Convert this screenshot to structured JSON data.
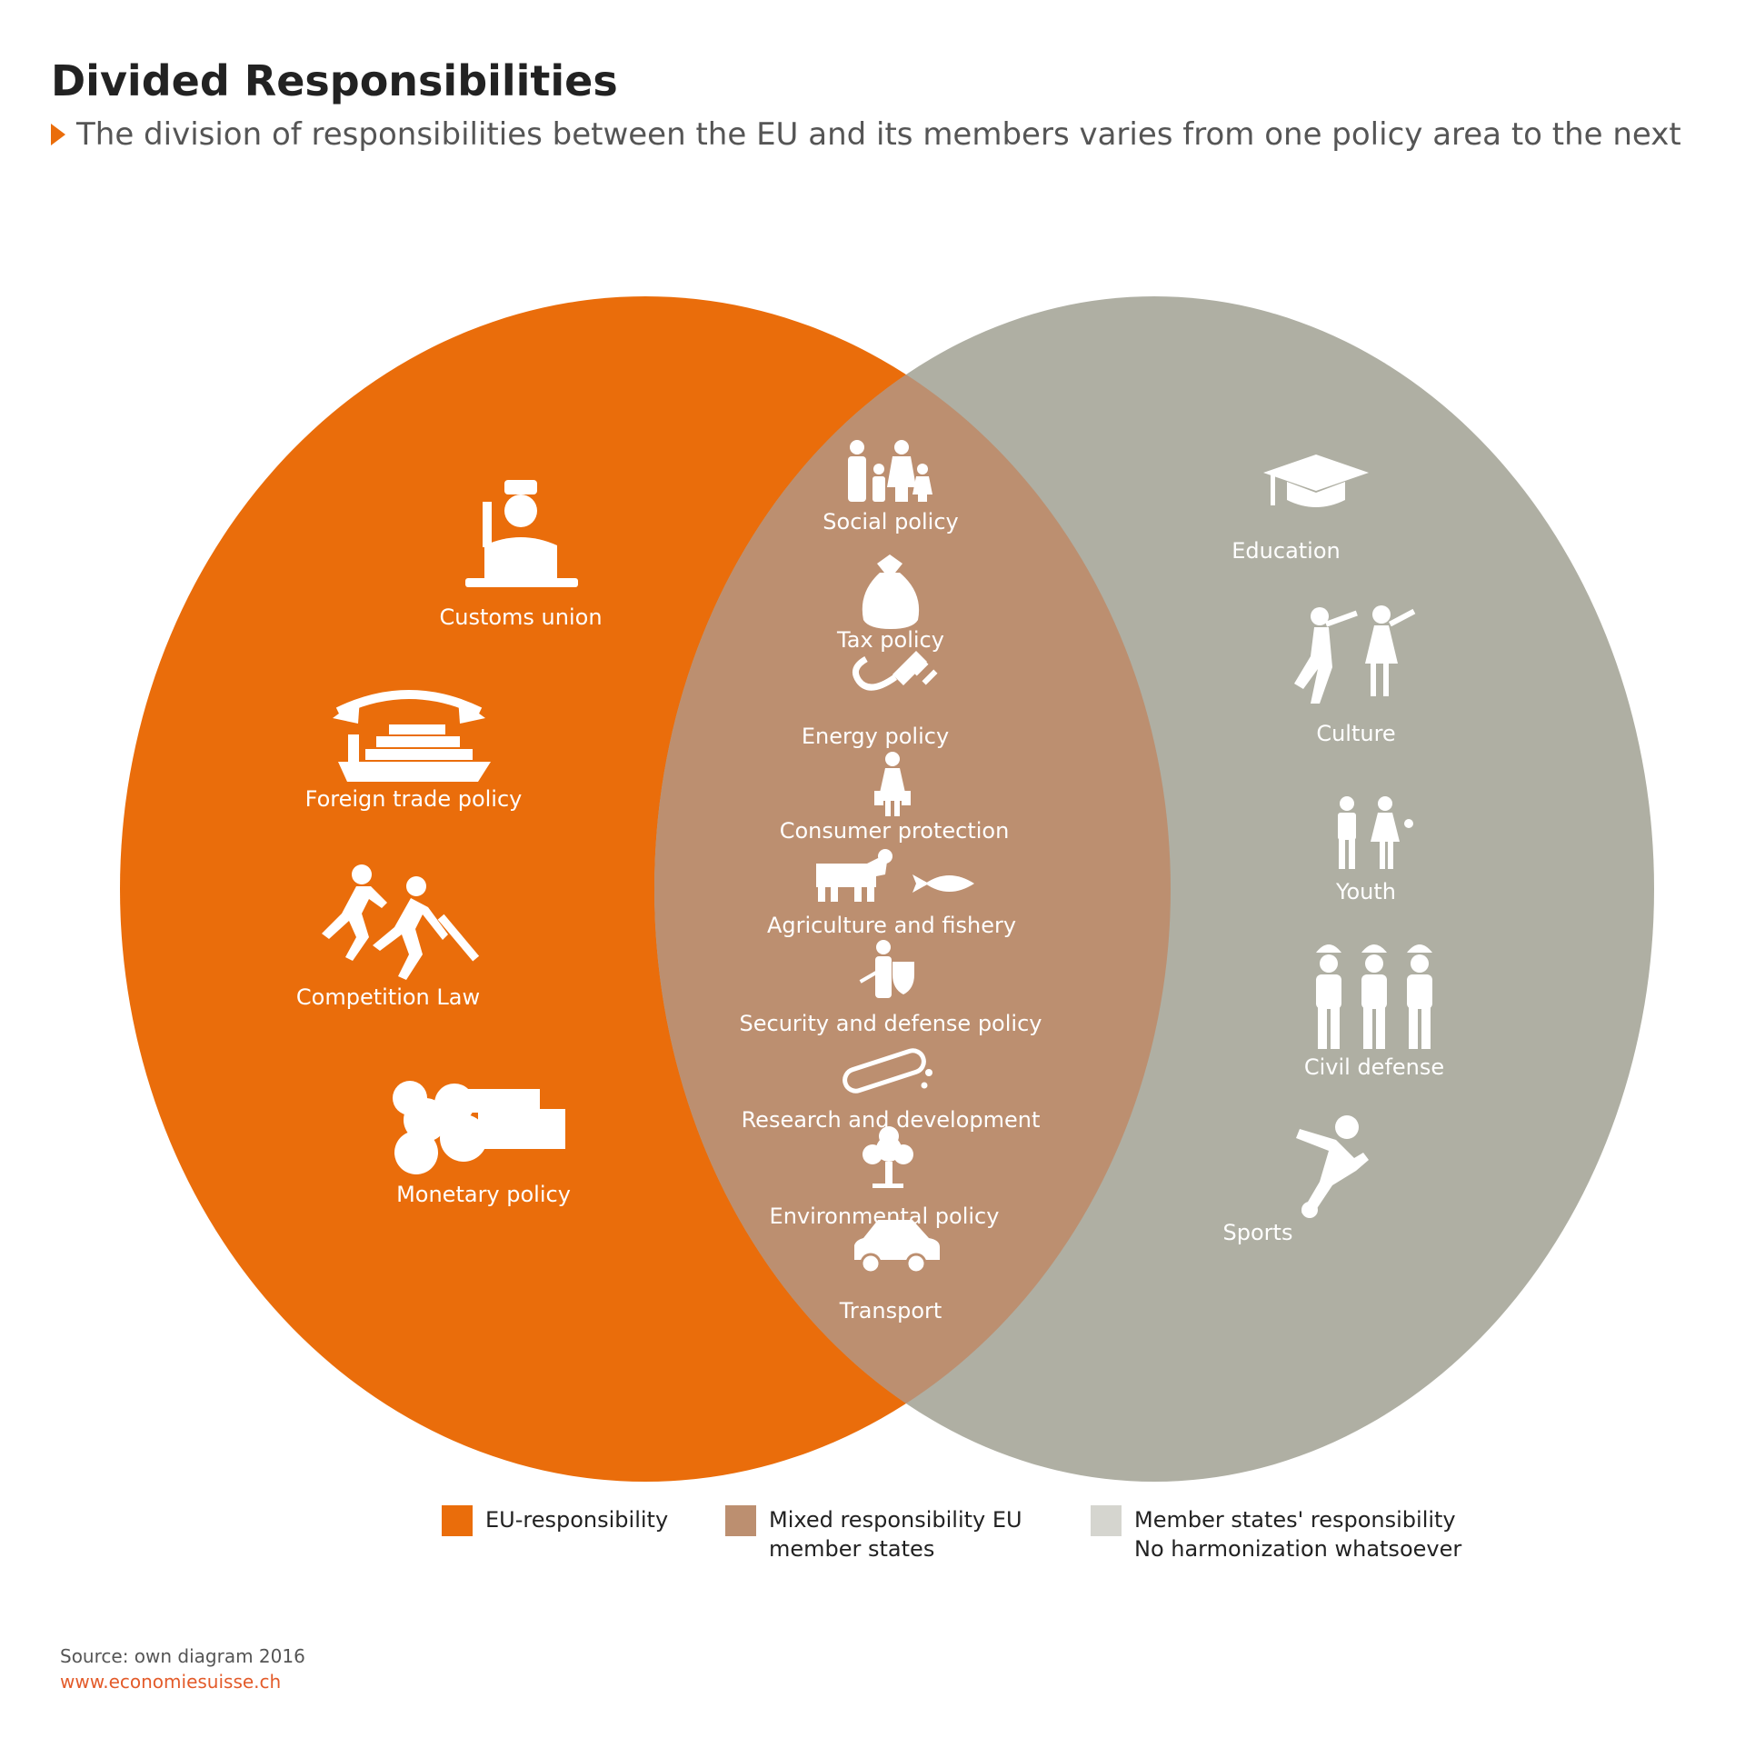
{
  "title": "Divided Responsibilities",
  "subtitle": "The division of responsibilities between the EU and its members varies from one policy area to the next",
  "colors": {
    "eu": "#ea6d0b",
    "mixed": "#bc8f70",
    "member": "#afafa3",
    "legend_member": "#d5d5cf"
  },
  "eu_items": [
    {
      "label": "Customs union",
      "icon": "customs-officer-icon"
    },
    {
      "label": "Foreign trade policy",
      "icon": "cargo-ship-icon"
    },
    {
      "label": "Competition Law",
      "icon": "runners-icon"
    },
    {
      "label": "Monetary policy",
      "icon": "coins-and-notes-icon"
    }
  ],
  "mixed_items": [
    {
      "label": "Social policy",
      "icon": "family-icon"
    },
    {
      "label": "Tax policy",
      "icon": "money-bag-icon"
    },
    {
      "label": "Energy policy",
      "icon": "power-plug-icon"
    },
    {
      "label": "Consumer protection",
      "icon": "shopper-icon"
    },
    {
      "label": "Agriculture and fishery",
      "icon": "cow-and-fish-icon"
    },
    {
      "label": "Security and defense policy",
      "icon": "soldier-shield-icon"
    },
    {
      "label": "Research and development",
      "icon": "test-tube-icon"
    },
    {
      "label": "Environmental policy",
      "icon": "tree-icon"
    },
    {
      "label": "Transport",
      "icon": "car-icon"
    }
  ],
  "member_items": [
    {
      "label": "Education",
      "icon": "graduation-cap-icon"
    },
    {
      "label": "Culture",
      "icon": "actors-icon"
    },
    {
      "label": "Youth",
      "icon": "young-couple-icon"
    },
    {
      "label": "Civil defense",
      "icon": "workers-icon"
    },
    {
      "label": "Sports",
      "icon": "football-player-icon"
    }
  ],
  "legend": [
    {
      "line1": "EU-responsibility",
      "line2": ""
    },
    {
      "line1": "Mixed responsibility EU",
      "line2": "member states"
    },
    {
      "line1": "Member states' responsibility",
      "line2": "No harmonization whatsoever"
    }
  ],
  "source": {
    "text": "Source: own diagram 2016",
    "url": "www.economiesuisse.ch"
  }
}
